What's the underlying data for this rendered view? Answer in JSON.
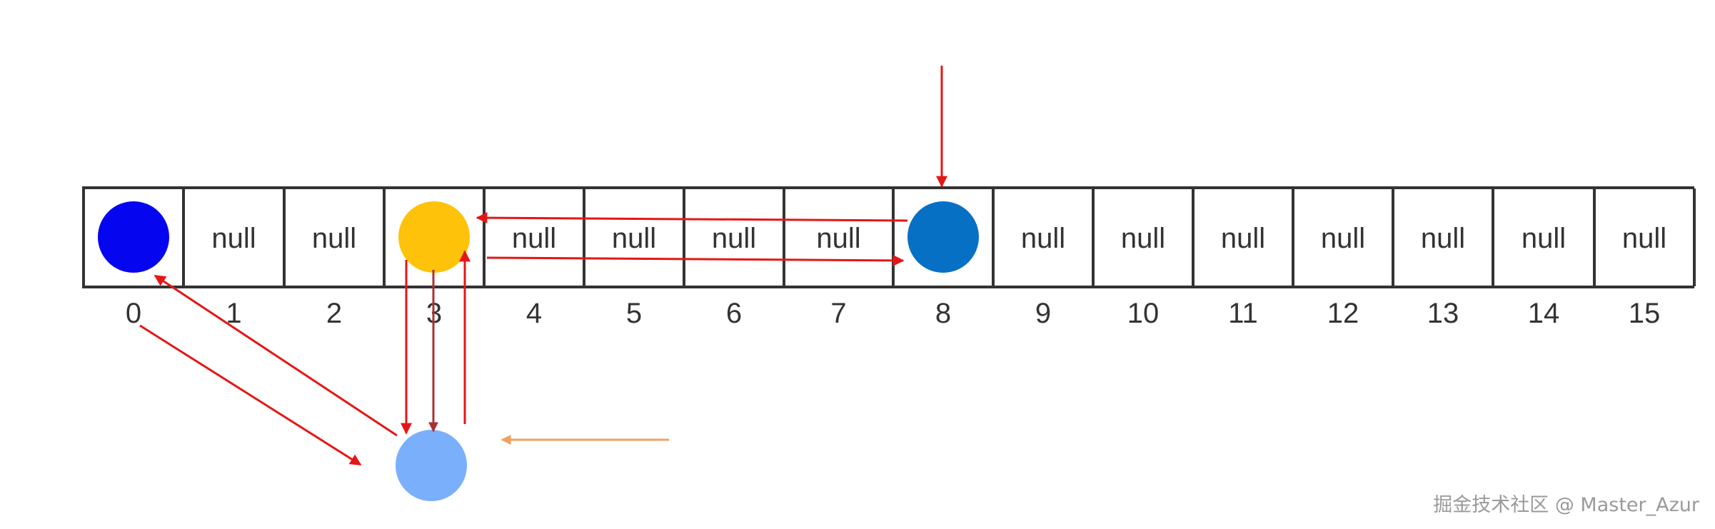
{
  "array": {
    "slots": [
      {
        "index": "0",
        "content": "node",
        "node_color": "#0505f0"
      },
      {
        "index": "1",
        "content": "null"
      },
      {
        "index": "2",
        "content": "null"
      },
      {
        "index": "3",
        "content": "node",
        "node_color": "#ffc20a"
      },
      {
        "index": "4",
        "content": "null"
      },
      {
        "index": "5",
        "content": "null"
      },
      {
        "index": "6",
        "content": "null"
      },
      {
        "index": "7",
        "content": "null"
      },
      {
        "index": "8",
        "content": "node",
        "node_color": "#0670c5"
      },
      {
        "index": "9",
        "content": "null"
      },
      {
        "index": "10",
        "content": "null"
      },
      {
        "index": "11",
        "content": "null"
      },
      {
        "index": "12",
        "content": "null"
      },
      {
        "index": "13",
        "content": "null"
      },
      {
        "index": "14",
        "content": "null"
      },
      {
        "index": "15",
        "content": "null"
      }
    ]
  },
  "floating_node": {
    "color": "#7aaffc"
  },
  "colors": {
    "pointer_red": "#e51616",
    "pointer_dark_red": "#a83232",
    "pointer_orange": "#f0a060",
    "grid_line": "#333333"
  },
  "watermark": "掘金技术社区 @ Master_Azur"
}
